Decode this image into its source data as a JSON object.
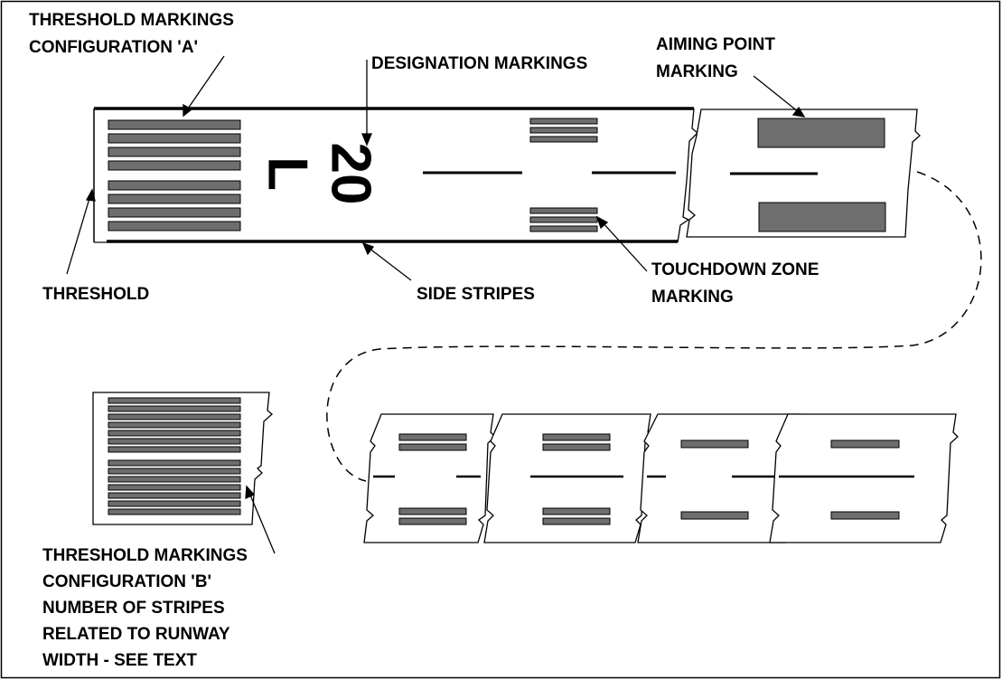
{
  "diagram": {
    "labels": {
      "threshold_a_line1": "THRESHOLD MARKINGS",
      "threshold_a_line2": "CONFIGURATION 'A'",
      "designation": "DESIGNATION MARKINGS",
      "aiming_line1": "AIMING POINT",
      "aiming_line2": "MARKING",
      "threshold": "THRESHOLD",
      "side_stripes": "SIDE STRIPES",
      "touchdown_line1": "TOUCHDOWN ZONE",
      "touchdown_line2": "MARKING",
      "threshold_b_line1": "THRESHOLD MARKINGS",
      "threshold_b_line2": "CONFIGURATION 'B'",
      "threshold_b_line3": "NUMBER OF STRIPES",
      "threshold_b_line4": "RELATED TO RUNWAY",
      "threshold_b_line5": "WIDTH - SEE TEXT"
    },
    "runway_designation": {
      "number": "20",
      "letter": "L"
    },
    "colors": {
      "marking_fill": "#6e6e6e",
      "line": "#000000",
      "background": "#ffffff"
    }
  }
}
